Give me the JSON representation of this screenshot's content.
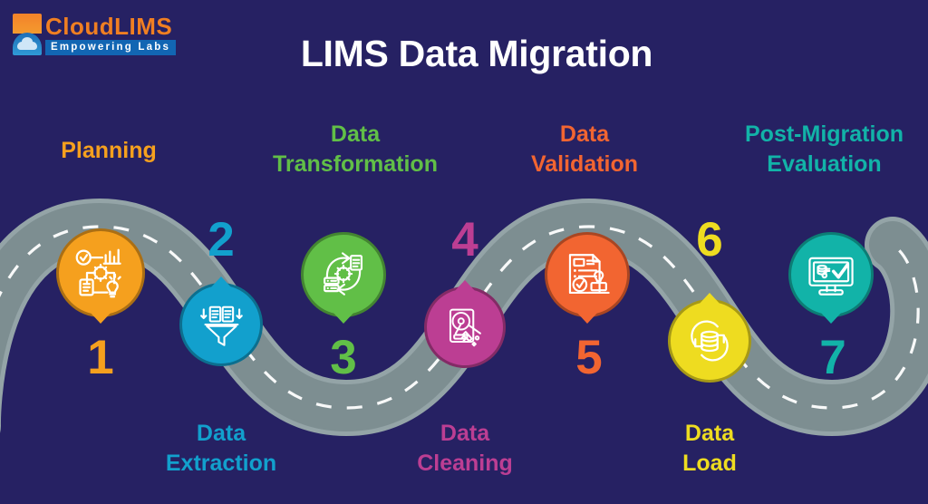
{
  "brand": {
    "name_cloud": "Cloud",
    "name_lims": "LIMS",
    "tagline": "Empowering Labs",
    "logo_orange": "#f07f22",
    "logo_blue": "#1266b3"
  },
  "header": {
    "title": "LIMS Data Migration",
    "title_color": "#ffffff",
    "background_color": "#262163"
  },
  "infographic": {
    "type": "roadmap",
    "road_color": "#7e8f92",
    "road_edge_color": "#93a3a6",
    "lane_dash_color": "#ffffff",
    "steps": [
      {
        "number": "1",
        "label": "Planning",
        "color": "#f5a01e",
        "icon": "planning-workflow-icon",
        "pin_direction": "down",
        "label_position": "above",
        "number_position": "below"
      },
      {
        "number": "2",
        "label": "Data\nExtraction",
        "color": "#12a0cd",
        "icon": "data-funnel-icon",
        "pin_direction": "up",
        "label_position": "below",
        "number_position": "above"
      },
      {
        "number": "3",
        "label": "Data\nTransformation",
        "color": "#61bf47",
        "icon": "transform-gear-cycle-icon",
        "pin_direction": "down",
        "label_position": "above",
        "number_position": "below"
      },
      {
        "number": "4",
        "label": "Data\nCleaning",
        "color": "#bc3e93",
        "icon": "disk-broom-icon",
        "pin_direction": "up",
        "label_position": "below",
        "number_position": "above"
      },
      {
        "number": "5",
        "label": "Data\nValidation",
        "color": "#f26531",
        "icon": "document-stamp-check-icon",
        "pin_direction": "down",
        "label_position": "above",
        "number_position": "below"
      },
      {
        "number": "6",
        "label": "Data\nLoad",
        "color": "#eedc20",
        "icon": "database-sync-icon",
        "pin_direction": "up",
        "label_position": "below",
        "number_position": "above"
      },
      {
        "number": "7",
        "label": "Post-Migration\nEvaluation",
        "color": "#12b3a8",
        "icon": "monitor-verified-icon",
        "pin_direction": "down",
        "label_position": "above",
        "number_position": "below"
      }
    ]
  }
}
